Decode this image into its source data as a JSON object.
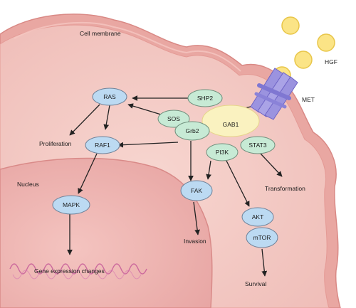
{
  "labels": {
    "cell_membrane": "Cell membrane",
    "nucleus": "Nucleus",
    "hgf": "HGF",
    "met": "MET",
    "proliferation": "Proliferation",
    "transformation": "Transformation",
    "invasion": "Invasion",
    "survival": "Survival",
    "gene_expression": "Gene expression changes"
  },
  "nodes": {
    "ras": "RAS",
    "raf1": "RAF1",
    "mapk": "MAPK",
    "shp2": "SHP2",
    "sos": "SOS",
    "grb2": "Grb2",
    "gab1": "GAB1",
    "pi3k": "PI3K",
    "stat3": "STAT3",
    "fak": "FAK",
    "akt": "AKT",
    "mtor": "mTOR"
  },
  "colors": {
    "blue_node": "#bcdaf2",
    "green_node": "#c7ead5",
    "gab1_node": "#faf2c0",
    "met_receptor": "#9b93df",
    "hgf_ligand": "#fbe486",
    "cell_body": "#f3c9c4",
    "membrane": "#eaa39f"
  }
}
